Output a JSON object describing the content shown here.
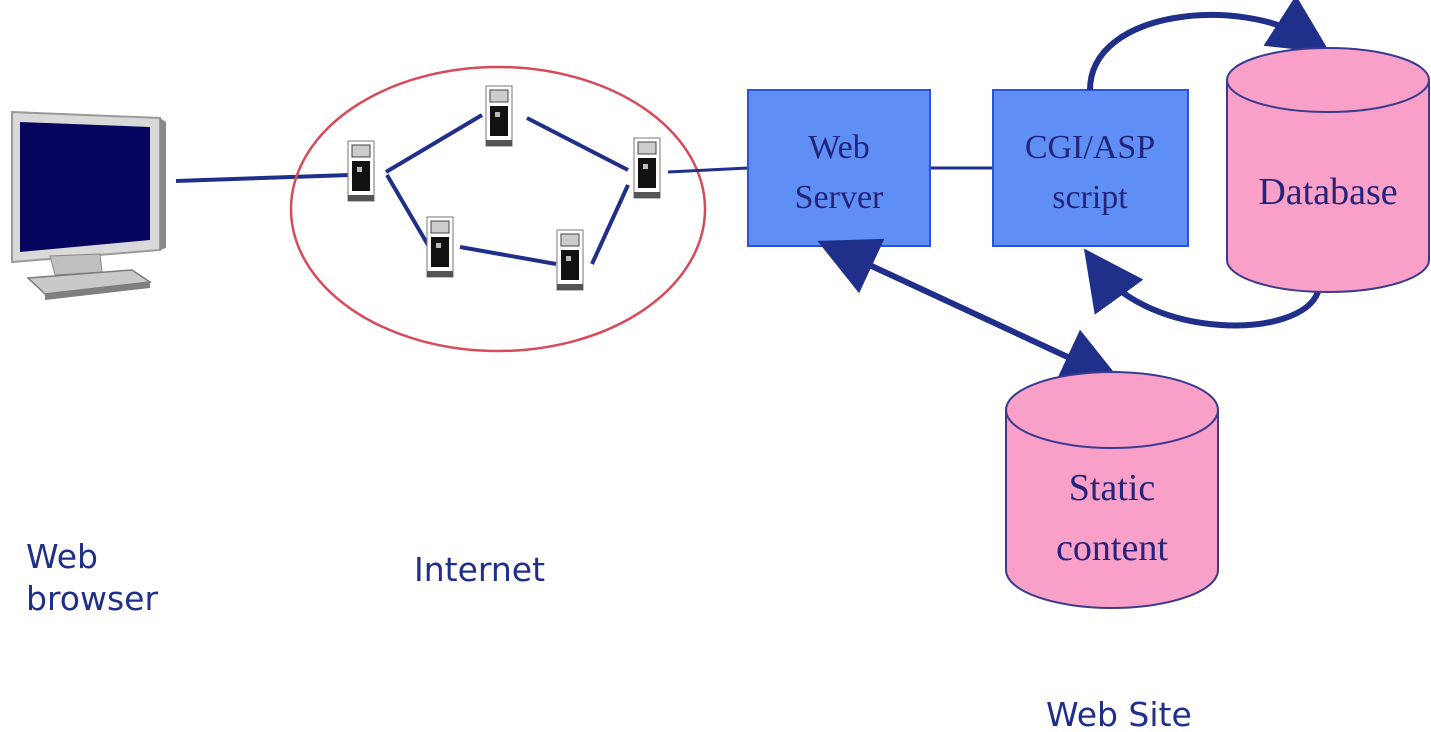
{
  "labels": {
    "web_server": [
      "Web",
      "Server"
    ],
    "script": [
      "CGI/ASP",
      "script"
    ],
    "database": "Database",
    "static_content": [
      "Static",
      "content"
    ],
    "web_browser": [
      "Web",
      "browser"
    ],
    "internet": "Internet",
    "web_site": "Web Site"
  },
  "colors": {
    "line": "#1f2f8a",
    "box_fill": "#5f8ff5",
    "box_stroke": "#2c52d6",
    "db_fill": "#f8a0c8",
    "db_stroke": "#3a3a90",
    "ellipse": "#d84a5a",
    "monitor_screen": "#05055e"
  }
}
